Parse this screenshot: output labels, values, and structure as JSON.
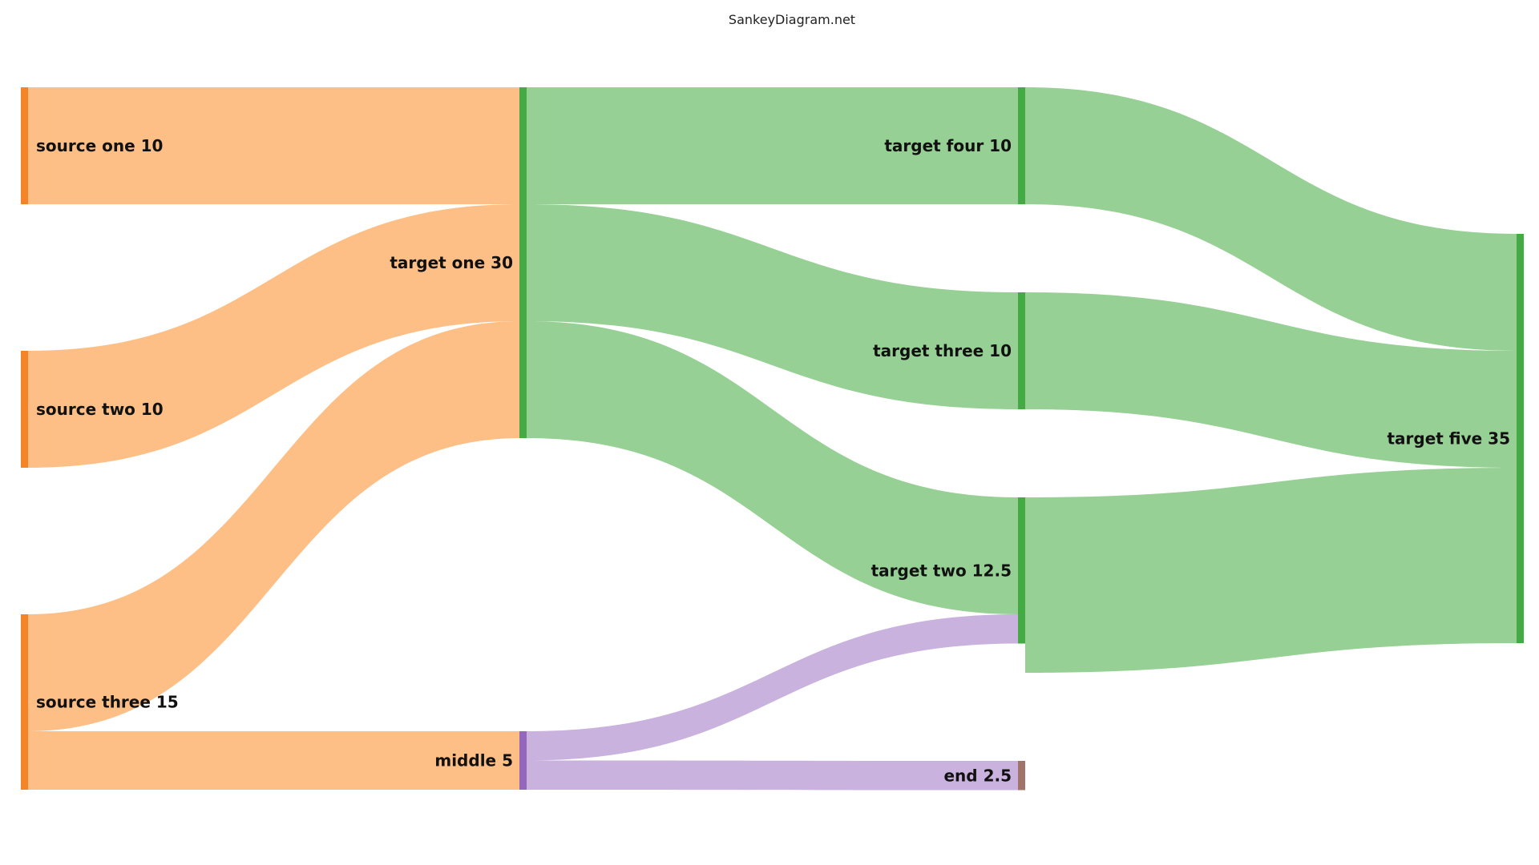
{
  "title": "SankeyDiagram.net",
  "colors": {
    "orange_node": "#f58426",
    "orange_flow": "#fdbf86",
    "green_node": "#44aa44",
    "green_flow": "#97d095",
    "purple_node": "#9467bd",
    "purple_flow": "#c9b2de",
    "brown_node": "#a0746a"
  },
  "nodes": [
    {
      "id": "s1",
      "label": "source one 10",
      "value": 10,
      "column": 0
    },
    {
      "id": "s2",
      "label": "source two 10",
      "value": 10,
      "column": 0
    },
    {
      "id": "s3",
      "label": "source three 15",
      "value": 15,
      "column": 0
    },
    {
      "id": "t1",
      "label": "target one 30",
      "value": 30,
      "column": 1
    },
    {
      "id": "mid",
      "label": "middle 5",
      "value": 5,
      "column": 1
    },
    {
      "id": "t4",
      "label": "target four 10",
      "value": 10,
      "column": 2
    },
    {
      "id": "t3",
      "label": "target three 10",
      "value": 10,
      "column": 2
    },
    {
      "id": "t2",
      "label": "target two 12.5",
      "value": 12.5,
      "column": 2
    },
    {
      "id": "end",
      "label": "end 2.5",
      "value": 2.5,
      "column": 2
    },
    {
      "id": "t5",
      "label": "target five 35",
      "value": 35,
      "column": 3
    }
  ],
  "links": [
    {
      "source": "s1",
      "target": "t1",
      "value": 10
    },
    {
      "source": "s2",
      "target": "t1",
      "value": 10
    },
    {
      "source": "s3",
      "target": "t1",
      "value": 10
    },
    {
      "source": "s3",
      "target": "mid",
      "value": 5
    },
    {
      "source": "t1",
      "target": "t4",
      "value": 10
    },
    {
      "source": "t1",
      "target": "t3",
      "value": 10
    },
    {
      "source": "t1",
      "target": "t2",
      "value": 10
    },
    {
      "source": "mid",
      "target": "t2",
      "value": 2.5
    },
    {
      "source": "mid",
      "target": "end",
      "value": 2.5
    },
    {
      "source": "t4",
      "target": "t5",
      "value": 10
    },
    {
      "source": "t3",
      "target": "t5",
      "value": 10
    },
    {
      "source": "t2",
      "target": "t5",
      "value": 15
    }
  ]
}
